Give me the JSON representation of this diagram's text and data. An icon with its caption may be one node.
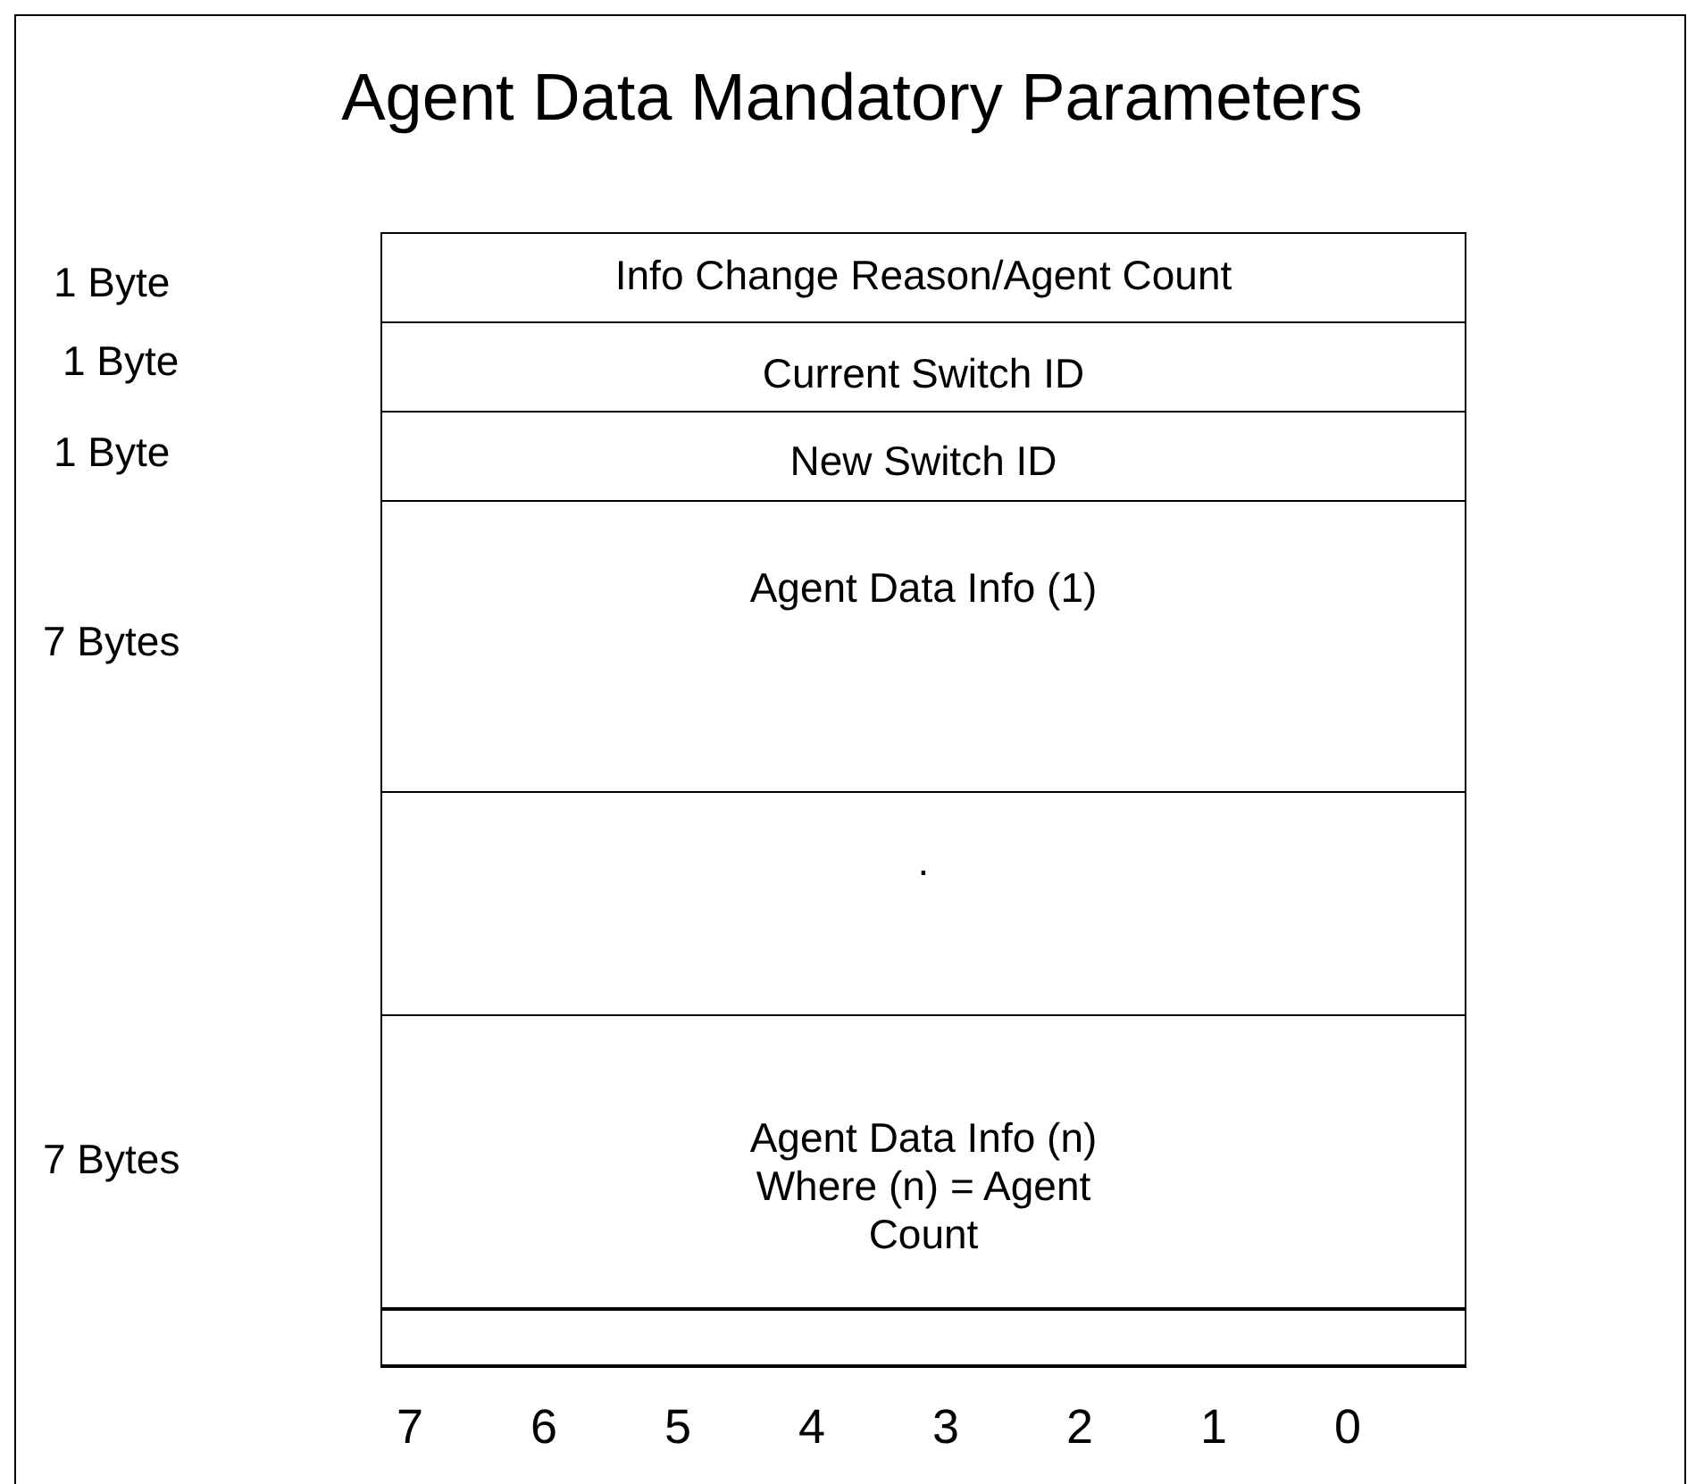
{
  "diagram": {
    "title": "Agent Data Mandatory Parameters",
    "nodes": [
      {
        "text": [
          "Info Change Reason/Agent Count"
        ]
      },
      {
        "text": [
          "Current Switch ID"
        ]
      },
      {
        "text": [
          "New Switch ID"
        ]
      },
      {
        "text": [
          "Agent Data Info (1)"
        ]
      },
      {
        "text": [
          "."
        ]
      },
      {
        "text": [
          "Agent Data Info (n) Where (n) = Agent Count"
        ]
      },
      {
        "text": [],
        "shape": "box"
      }
    ],
    "labels": [
      "1 Byte",
      "1 Byte",
      "1 Byte",
      "7 Bytes",
      "7 Bytes",
      "7",
      "6",
      "5",
      "4",
      "3",
      "2",
      "1",
      "0"
    ]
  }
}
